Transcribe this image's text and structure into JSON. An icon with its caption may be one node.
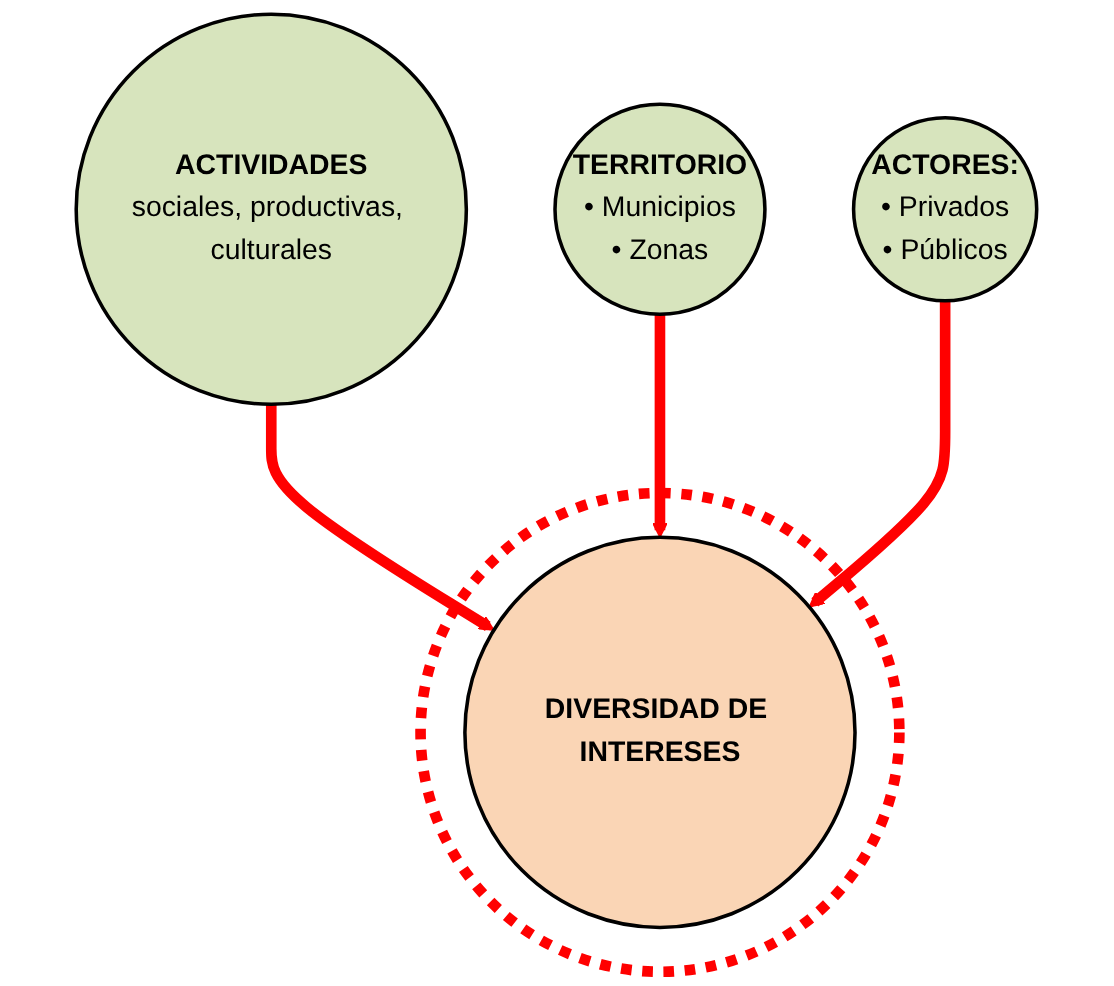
{
  "diagram": {
    "nodes": [
      {
        "text": [],
        "shape": "circle"
      },
      {
        "text": [
          "ACTIVIDADES",
          "sociales, productivas, culturales"
        ]
      },
      {
        "text": [
          "TERRITORIO",
          "• Municipios",
          "• Zonas"
        ]
      },
      {
        "text": [
          "DIVERSIDAD DE INTERESES"
        ],
        "in": 0
      },
      {
        "text": [
          "ACTORES:",
          "• Privados",
          "• Públicos"
        ]
      }
    ],
    "edges": [
      {
        "from": 1,
        "to": 3,
        "arrow": "to",
        "color": "#ff0000"
      },
      {
        "from": 2,
        "to": 3,
        "arrow": "to",
        "color": "#ff0000"
      },
      {
        "from": 4,
        "to": 3,
        "arrow": "to",
        "color": "#ff0000"
      }
    ]
  }
}
